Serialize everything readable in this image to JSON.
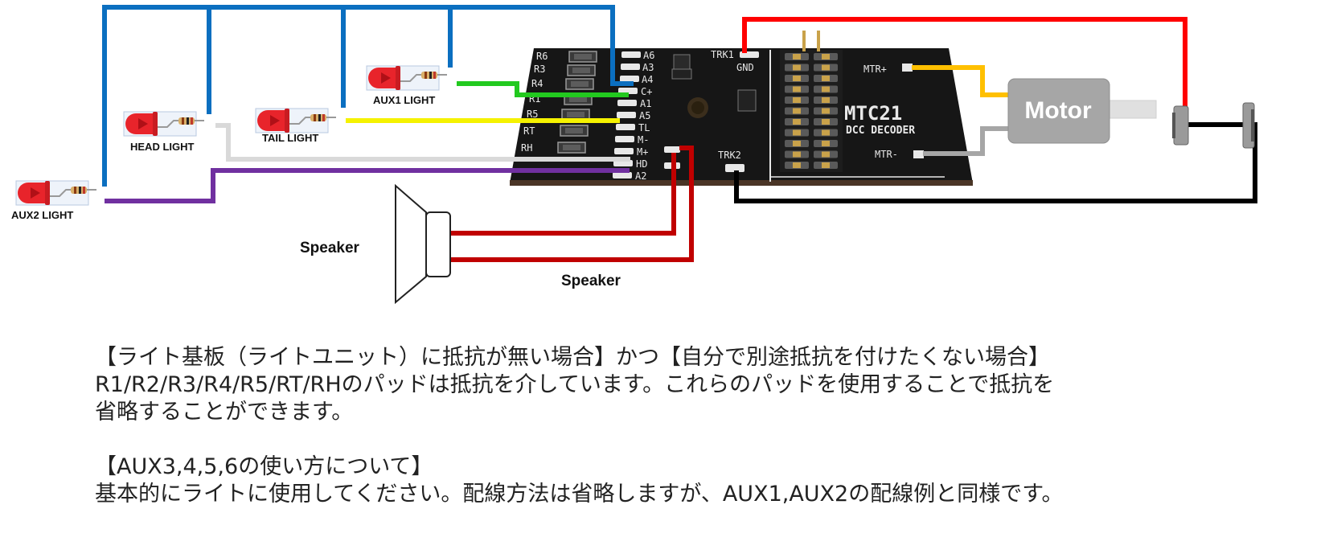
{
  "labels": {
    "aux1": "AUX1 LIGHT",
    "head": "HEAD LIGHT",
    "tail": "TAIL LIGHT",
    "aux2": "AUX2 LIGHT",
    "speaker_left": "Speaker",
    "speaker_bottom": "Speaker",
    "motor": "Motor"
  },
  "board": {
    "title": "MTC21",
    "subtitle": "DCC DECODER",
    "trk1": "TRK1",
    "trk2": "TRK2",
    "gnd": "GND",
    "mtr_plus": "MTR+",
    "mtr_minus": "MTR-",
    "pads_left": [
      "R6",
      "R3",
      "R4",
      "R1",
      "R5",
      "RT",
      "RH"
    ],
    "pads_right": [
      "A6",
      "A3",
      "A4",
      "C+",
      "A1",
      "A5",
      "TL",
      "M-",
      "M+",
      "HD",
      "A2"
    ]
  },
  "notes": {
    "line1": "【ライト基板（ライトユニット）に抵抗が無い場合】かつ【自分で別途抵抗を付けたくない場合】",
    "line2": "R1/R2/R3/R4/R5/RT/RHのパッドは抵抗を介しています。これらのパッドを使用することで抵抗を",
    "line3": "省略することができます。",
    "line4": "【AUX3,4,5,6の使い方について】",
    "line5": "基本的にライトに使用してください。配線方法は省略しますが、AUX1,AUX2の配線例と同様です。"
  },
  "colors": {
    "blue": "#0b6fc0",
    "green": "#22c91f",
    "yellow": "#f5f200",
    "gray": "#d9d9d9",
    "purple": "#7030a0",
    "dark_red": "#c00000",
    "red": "#ff0000",
    "orange": "#ffc000",
    "motor_gray": "#a6a6a6",
    "black": "#000000",
    "pcb": "#161616"
  }
}
